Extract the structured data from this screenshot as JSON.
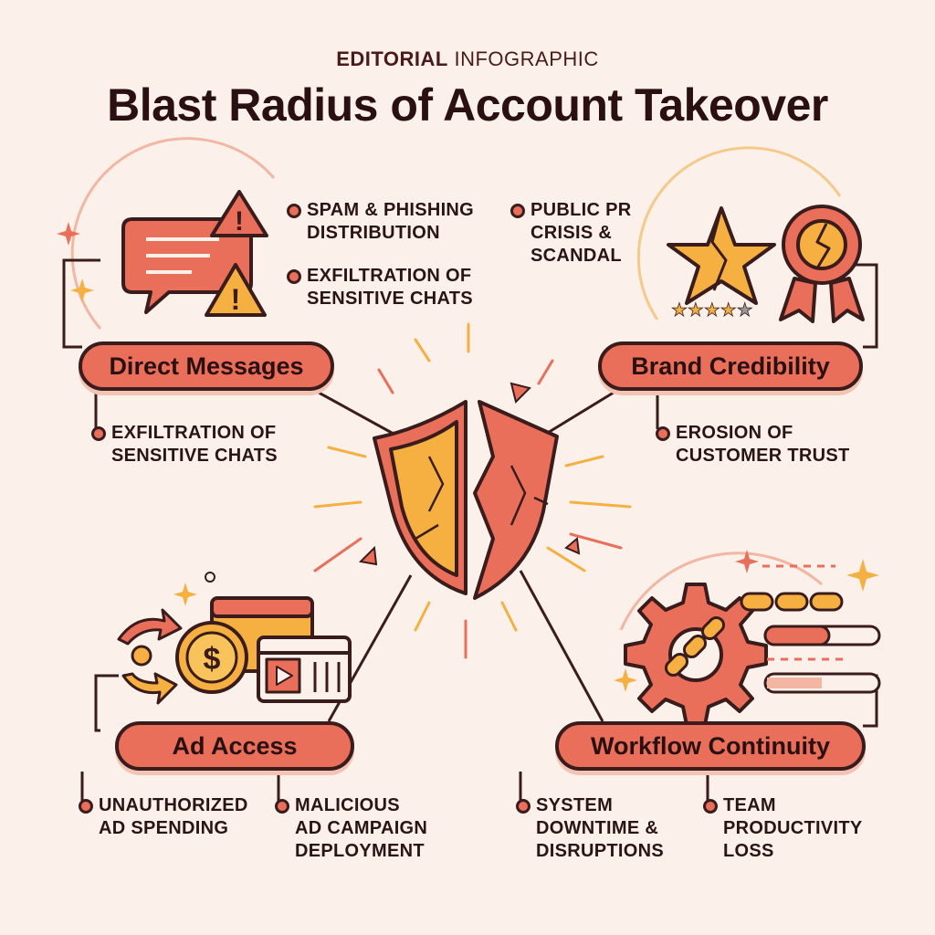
{
  "header": {
    "kicker_bold": "EDITORIAL",
    "kicker_rest": "INFOGRAPHIC",
    "title": "Blast Radius of Account Takeover"
  },
  "categories": {
    "direct_messages": {
      "label": "Direct Messages",
      "top_items": [
        "SPAM & PHISHING\nDISTRIBUTION",
        "EXFILTRATION OF\nSENSITIVE CHATS"
      ],
      "bottom_items": [
        "EXFILTRATION OF\nSENSITIVE CHATS"
      ]
    },
    "brand_credibility": {
      "label": "Brand Credibility",
      "top_items": [
        "PUBLIC PR\nCRISIS &\nSCANDAL"
      ],
      "bottom_items": [
        "EROSION OF\nCUSTOMER TRUST"
      ]
    },
    "ad_access": {
      "label": "Ad Access",
      "bottom_items": [
        "UNAUTHORIZED\nAD SPENDING",
        "MALICIOUS\nAD CAMPAIGN\nDEPLOYMENT"
      ]
    },
    "workflow_continuity": {
      "label": "Workflow Continuity",
      "bottom_items": [
        "SYSTEM\nDOWNTIME &\nDISRUPTIONS",
        "TEAM\nPRODUCTIVITY\nLOSS"
      ]
    }
  },
  "colors": {
    "background": "#fbf1ea",
    "coral": "#e96f5b",
    "outline": "#3a1c1c",
    "gold": "#f5b041",
    "muted_line": "#f3b6a3"
  },
  "icons": [
    "chat-bubble-icon",
    "warning-triangle-icon",
    "broken-star-icon",
    "broken-badge-icon",
    "rating-stars-icon",
    "broken-shield-icon",
    "coin-icon",
    "ad-window-icon",
    "video-window-icon",
    "broken-gear-icon",
    "chain-icon",
    "progress-bar-icon",
    "sparkle-icon"
  ]
}
